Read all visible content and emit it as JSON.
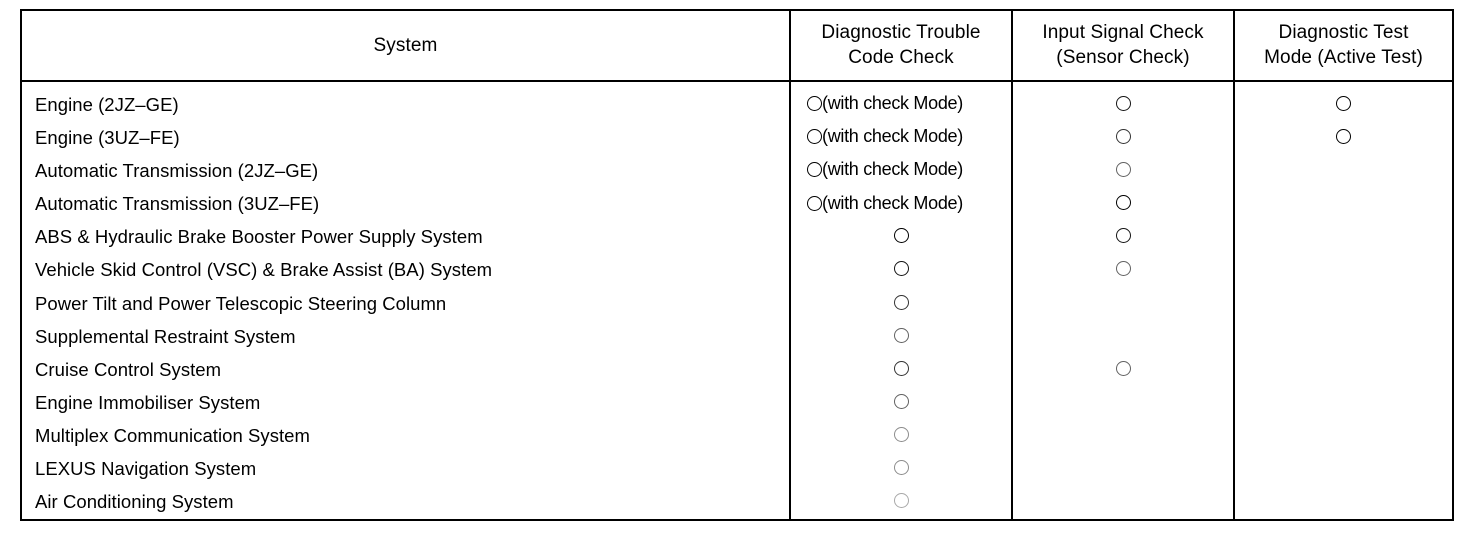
{
  "table": {
    "columns": [
      {
        "id": "system",
        "line1": "System",
        "line2": ""
      },
      {
        "id": "dtc",
        "line1": "Diagnostic Trouble",
        "line2": "Code Check"
      },
      {
        "id": "input",
        "line1": "Input Signal Check",
        "line2": "(Sensor Check)"
      },
      {
        "id": "test_mode",
        "line1": "Diagnostic Test",
        "line2": "Mode (Active Test)"
      }
    ],
    "check_mode_note": "(with check Mode)",
    "circle_symbol": "circle-mark",
    "rows": [
      {
        "system": "Engine (2JZ–GE)",
        "dtc": "circle-with-note",
        "input": "circle",
        "test_mode": "circle"
      },
      {
        "system": "Engine (3UZ–FE)",
        "dtc": "circle-with-note",
        "input": "circle",
        "test_mode": "circle"
      },
      {
        "system": "Automatic Transmission (2JZ–GE)",
        "dtc": "circle-with-note",
        "input": "circle",
        "test_mode": ""
      },
      {
        "system": "Automatic Transmission (3UZ–FE)",
        "dtc": "circle-with-note",
        "input": "circle",
        "test_mode": ""
      },
      {
        "system": "ABS & Hydraulic Brake Booster Power Supply System",
        "dtc": "circle",
        "input": "circle",
        "test_mode": ""
      },
      {
        "system": "Vehicle Skid Control (VSC) & Brake Assist (BA) System",
        "dtc": "circle",
        "input": "circle",
        "test_mode": ""
      },
      {
        "system": "Power Tilt and Power Telescopic Steering Column",
        "dtc": "circle",
        "input": "",
        "test_mode": ""
      },
      {
        "system": "Supplemental Restraint System",
        "dtc": "circle",
        "input": "",
        "test_mode": ""
      },
      {
        "system": "Cruise Control System",
        "dtc": "circle",
        "input": "circle",
        "test_mode": ""
      },
      {
        "system": "Engine Immobiliser System",
        "dtc": "circle",
        "input": "",
        "test_mode": ""
      },
      {
        "system": "Multiplex Communication System",
        "dtc": "circle",
        "input": "",
        "test_mode": ""
      },
      {
        "system": "LEXUS Navigation System",
        "dtc": "circle",
        "input": "",
        "test_mode": ""
      },
      {
        "system": "Air Conditioning System",
        "dtc": "circle",
        "input": "",
        "test_mode": ""
      }
    ]
  }
}
